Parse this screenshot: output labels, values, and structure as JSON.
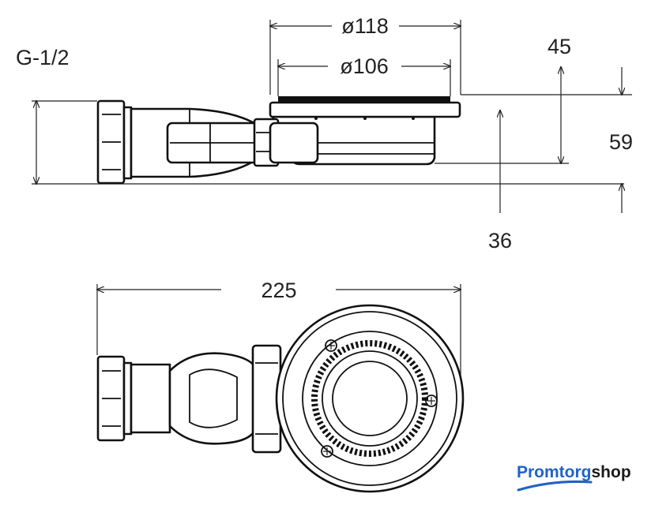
{
  "side_view": {
    "dimensions": {
      "thread": "G-1/2",
      "outer_diameter": "ø118",
      "inner_diameter": "ø106",
      "height_45": "45",
      "height_59": "59",
      "height_36": "36"
    }
  },
  "top_view": {
    "dimensions": {
      "length": "225"
    }
  },
  "logo": {
    "part1": "Promtorg",
    "part2": "shop",
    "colors": {
      "blue": "#1f63c6",
      "dark": "#1a1a1a"
    }
  }
}
